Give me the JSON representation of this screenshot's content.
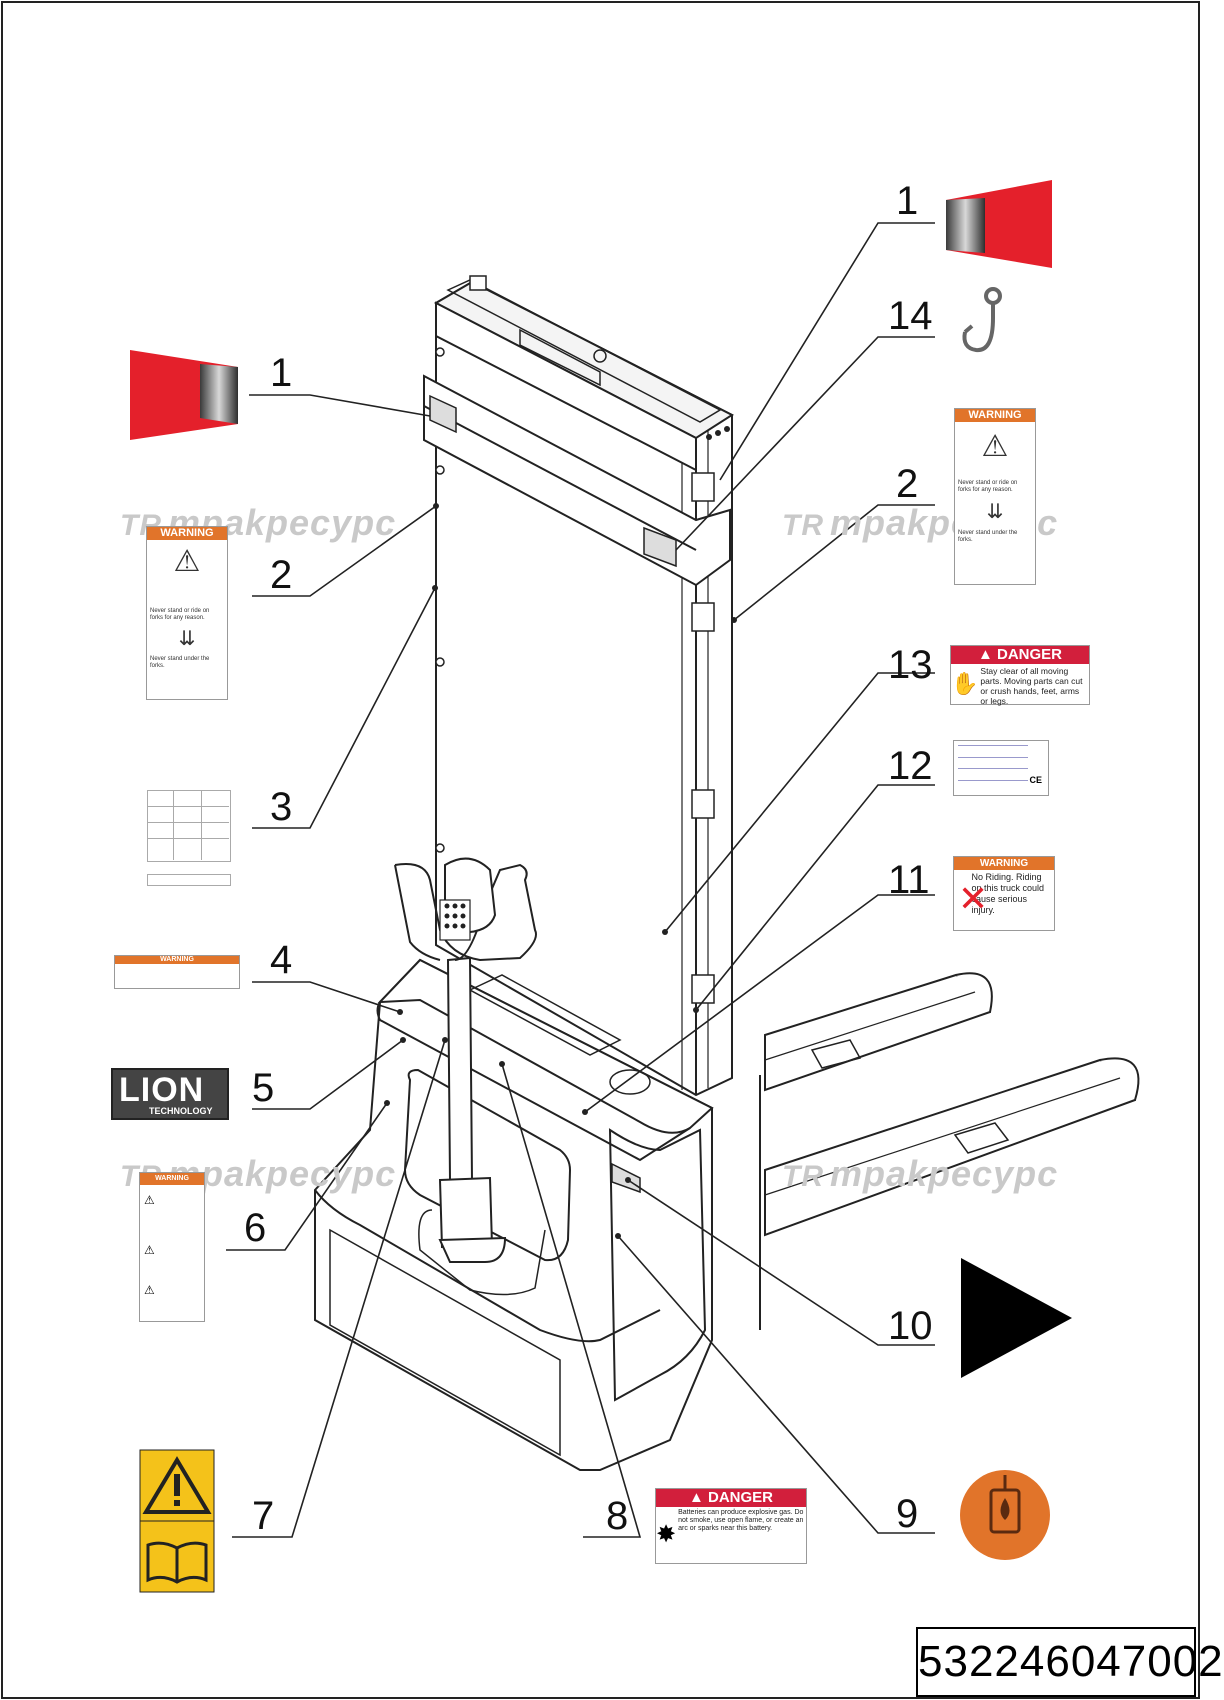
{
  "callouts": [
    {
      "n": "1"
    },
    {
      "n": "1"
    },
    {
      "n": "14"
    },
    {
      "n": "2"
    },
    {
      "n": "2"
    },
    {
      "n": "13"
    },
    {
      "n": "3"
    },
    {
      "n": "12"
    },
    {
      "n": "11"
    },
    {
      "n": "4"
    },
    {
      "n": "5"
    },
    {
      "n": "6"
    },
    {
      "n": "10"
    },
    {
      "n": "7"
    },
    {
      "n": "8"
    },
    {
      "n": "9"
    }
  ],
  "watermark": {
    "brand": "трakpecypc",
    "mark": "TR"
  },
  "labels": {
    "warning_title": "WARNING",
    "warning_never_stand": "Never stand or ride on forks for any reason.",
    "warning_never_under": "Never stand under the forks.",
    "danger_title": "DANGER",
    "danger_moving_parts": "Stay clear of all moving parts. Moving parts can cut or crush hands, feet, arms or legs.",
    "no_riding_title": "WARNING",
    "no_riding_text": "No Riding. Riding on this truck could cause serious injury.",
    "danger_battery": "Batteries can produce explosive gas. Do not smoke, use open flame, or create an arc or sparks near this battery.",
    "small_warning_title": "WARNING",
    "lion_big": "LION",
    "lion_small": "TECHNOLOGY",
    "ce_mark": "CE"
  },
  "part_number": "532246047002",
  "colors": {
    "red": "#e4202b",
    "orange": "#e1742a",
    "danger_red": "#d21f3c",
    "yellow": "#f4c21a"
  }
}
